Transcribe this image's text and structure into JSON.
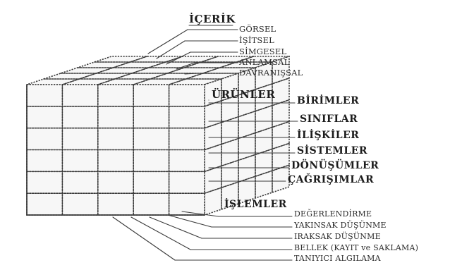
{
  "content": {
    "heading": "İÇERİK",
    "items": [
      "GÖRSEL",
      "İŞİTSEL",
      "SİMGESEL",
      "ANLAMSAL",
      "DAVRANIŞSAL"
    ]
  },
  "products": {
    "heading": "ÜRÜNLER",
    "items": [
      "BİRİMLER",
      "SINIFLAR",
      "İLİŞKİLER",
      "SİSTEMLER",
      "DÖNÜŞÜMLER",
      "ÇAĞRIŞIMLAR"
    ]
  },
  "operations": {
    "heading": "İŞLEMLER",
    "items": [
      "DEĞERLENDİRME",
      "YAKINSAK DÜŞÜNME",
      "IRAKSAK DÜŞÜNME",
      "BELLEK (KAYIT ve SAKLAMA)",
      "TANIYICI ALGILAMA"
    ]
  }
}
